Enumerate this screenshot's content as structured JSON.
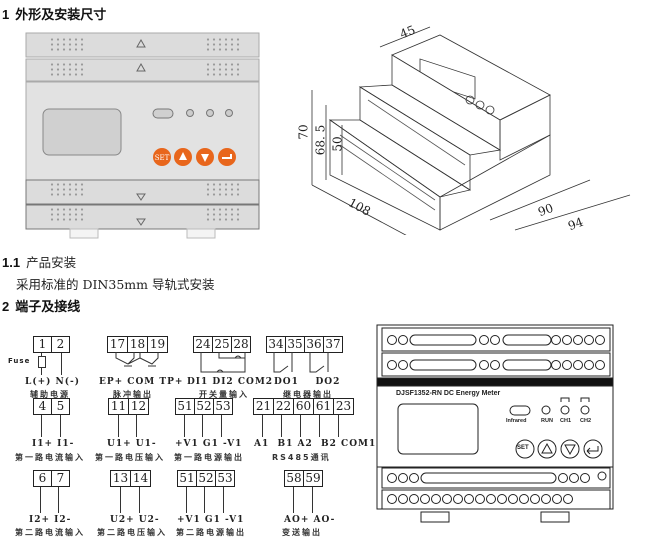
{
  "sections": {
    "s1": {
      "num": "1",
      "title": "外形及安装尺寸"
    },
    "s1_1": {
      "num": "1.1",
      "title": "产品安装",
      "body": "采用标准的 DIN35mm 导轨式安装"
    },
    "s2": {
      "num": "2",
      "title": "端子及接线"
    }
  },
  "front_view": {
    "buttons": [
      {
        "name": "set",
        "label": "SET",
        "color": "#e8661c"
      },
      {
        "name": "up",
        "icon": "up-triangle-icon"
      },
      {
        "name": "down",
        "icon": "down-triangle-icon"
      },
      {
        "name": "enter",
        "icon": "enter-icon"
      }
    ],
    "indicator_count": 3
  },
  "iso_view": {
    "dimensions": {
      "width_top": "45",
      "height_total": "70",
      "height_mid": "68. 5",
      "height_low": "50",
      "length": "108",
      "depth_inner": "90",
      "depth_outer": "94"
    }
  },
  "terminals": [
    {
      "id": "aux-power",
      "pins": [
        "1",
        "2"
      ],
      "labels": "L(+) N(-)",
      "desc": "辅助电源",
      "fuse": "Fuse"
    },
    {
      "id": "pulse-output",
      "pins": [
        "17",
        "18",
        "19"
      ],
      "labels": "EP+ COM TP+",
      "desc": "脉冲输出"
    },
    {
      "id": "switch-input",
      "pins": [
        "24",
        "25",
        "28"
      ],
      "labels": "DI1 DI2 COM2",
      "desc": "开关量输入"
    },
    {
      "id": "relay-output",
      "pins": [
        "34",
        "35",
        "36",
        "37"
      ],
      "labels": "DO1    DO2",
      "desc": "继电器输出"
    },
    {
      "id": "current-input-1",
      "pins": [
        "4",
        "5"
      ],
      "labels": "I1+ I1-",
      "desc": "第一路电流输入"
    },
    {
      "id": "voltage-input-1",
      "pins": [
        "11",
        "12"
      ],
      "labels": "U1+ U1-",
      "desc": "第一路电压输入"
    },
    {
      "id": "power-output-1",
      "pins": [
        "51",
        "52",
        "53"
      ],
      "labels": "+V1 G1 -V1",
      "desc": "第一路电源输出"
    },
    {
      "id": "rs485",
      "pins": [
        "21",
        "22",
        "60",
        "61",
        "23"
      ],
      "labels": "A1  B1 A2  B2 COM1",
      "desc": "RS485通讯"
    },
    {
      "id": "current-input-2",
      "pins": [
        "6",
        "7"
      ],
      "labels": "I2+ I2-",
      "desc": "第二路电流输入"
    },
    {
      "id": "voltage-input-2",
      "pins": [
        "13",
        "14"
      ],
      "labels": "U2+ U2-",
      "desc": "第二路电压输入"
    },
    {
      "id": "power-output-2",
      "pins": [
        "51",
        "52",
        "53"
      ],
      "labels": "+V1 G1 -V1",
      "desc": "第二路电源输出"
    },
    {
      "id": "transmit-output",
      "pins": [
        "58",
        "59"
      ],
      "labels": "AO+ AO-",
      "desc": "变送输出"
    }
  ],
  "panel_drawing": {
    "model": "DJSF1352-RN DC Energy Meter",
    "indicators": [
      "Infrared",
      "RUN",
      "CH1",
      "CH2"
    ],
    "button_set_label": "SET"
  }
}
